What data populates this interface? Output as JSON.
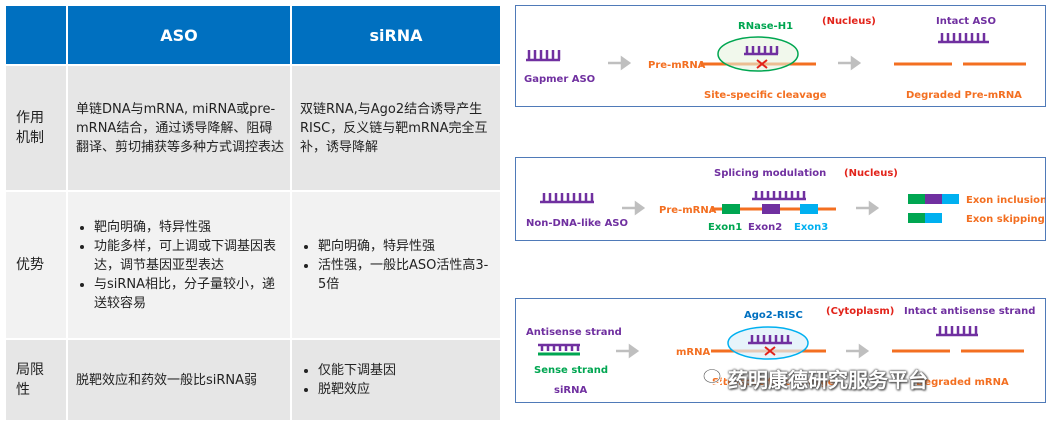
{
  "table": {
    "headers": [
      "",
      "ASO",
      "siRNA"
    ],
    "rows": [
      {
        "label": "作用机制",
        "aso": [
          "单链DNA与mRNA, miRNA或pre-mRNA结合，通过诱导降解、阻碍翻译、剪切捕获等多种方式调控表达"
        ],
        "sirna": [
          "双链RNA,与Ago2结合诱导产生RISC，反义链与靶mRNA完全互补，诱导降解"
        ]
      },
      {
        "label": "优势",
        "aso": [
          "靶向明确，特异性强",
          "功能多样，可上调或下调基因表达，调节基因亚型表达",
          "与siRNA相比，分子量较小，递送较容易"
        ],
        "sirna": [
          "靶向明确，特异性强",
          "活性强，一般比ASO活性高3-5倍"
        ]
      },
      {
        "label": "局限性",
        "aso": [
          "脱靶效应和药效一般比siRNA弱"
        ],
        "sirna": [
          "仅能下调基因",
          "脱靶效应"
        ]
      }
    ]
  },
  "panel1": {
    "left_label": "Gapmer ASO",
    "enzyme": "RNase-H1",
    "location": "(Nucleus)",
    "target": "Pre-mRNA",
    "caption": "Site-specific cleavage",
    "result_top": "Intact ASO",
    "result_bottom": "Degraded Pre-mRNA"
  },
  "panel2": {
    "left_label": "Non-DNA-like ASO",
    "title": "Splicing modulation",
    "location": "(Nucleus)",
    "target": "Pre-mRNA",
    "exon1": "Exon1",
    "exon2": "Exon2",
    "exon3": "Exon3",
    "inclusion": "Exon inclusion",
    "skipping": "Exon skipping"
  },
  "panel3": {
    "antisense": "Antisense strand",
    "sense": "Sense strand",
    "sirna": "siRNA",
    "complex": "Ago2-RISC",
    "location": "(Cytoplasm)",
    "target": "mRNA",
    "caption": "Site-specific cleavage",
    "result_top": "Intact antisense strand",
    "result_bottom": "Degraded mRNA"
  },
  "watermark": "药明康德研究服务平台",
  "colors": {
    "header_blue": "#0070C0",
    "purple": "#7030A0",
    "orange": "#F36F21",
    "red": "#E2231A",
    "green": "#00A651",
    "cyan": "#00B0F0",
    "panel_border": "#4F7AB8"
  }
}
